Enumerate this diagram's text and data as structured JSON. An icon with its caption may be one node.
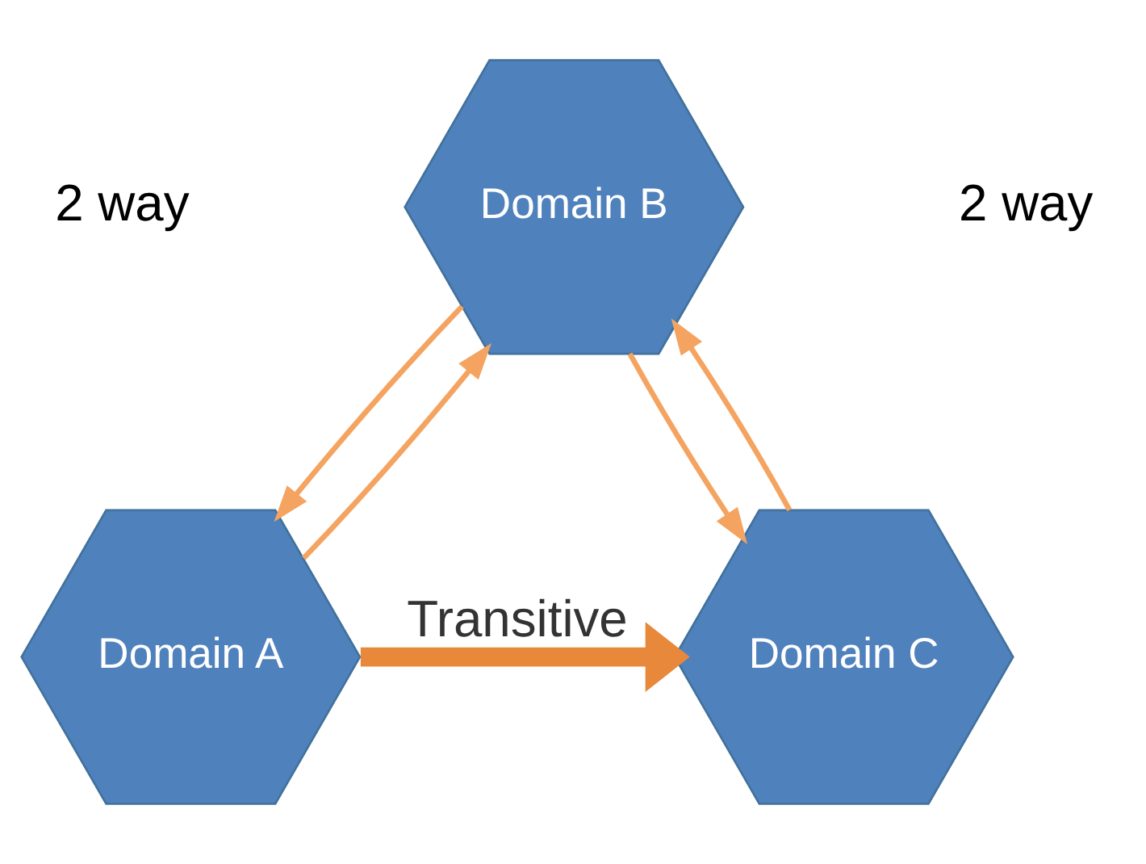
{
  "diagram": {
    "nodes": [
      {
        "text": [
          "Domain B"
        ]
      },
      {
        "text": [
          "Domain A"
        ]
      },
      {
        "text": [
          "Domain C"
        ]
      }
    ],
    "edges": [
      {
        "from": 0,
        "to": 1,
        "arrow": "to"
      },
      {
        "from": 1,
        "to": 0,
        "arrow": "to"
      },
      {
        "from": 2,
        "to": 0,
        "arrow": "to"
      },
      {
        "from": 0,
        "to": 2,
        "arrow": "to"
      },
      {
        "from": 1,
        "to": 2,
        "arrow": "to",
        "label": "Transitive",
        "style": "thick",
        "color": "#e8883a"
      }
    ],
    "labels": [
      "2 way",
      "2 way"
    ]
  }
}
